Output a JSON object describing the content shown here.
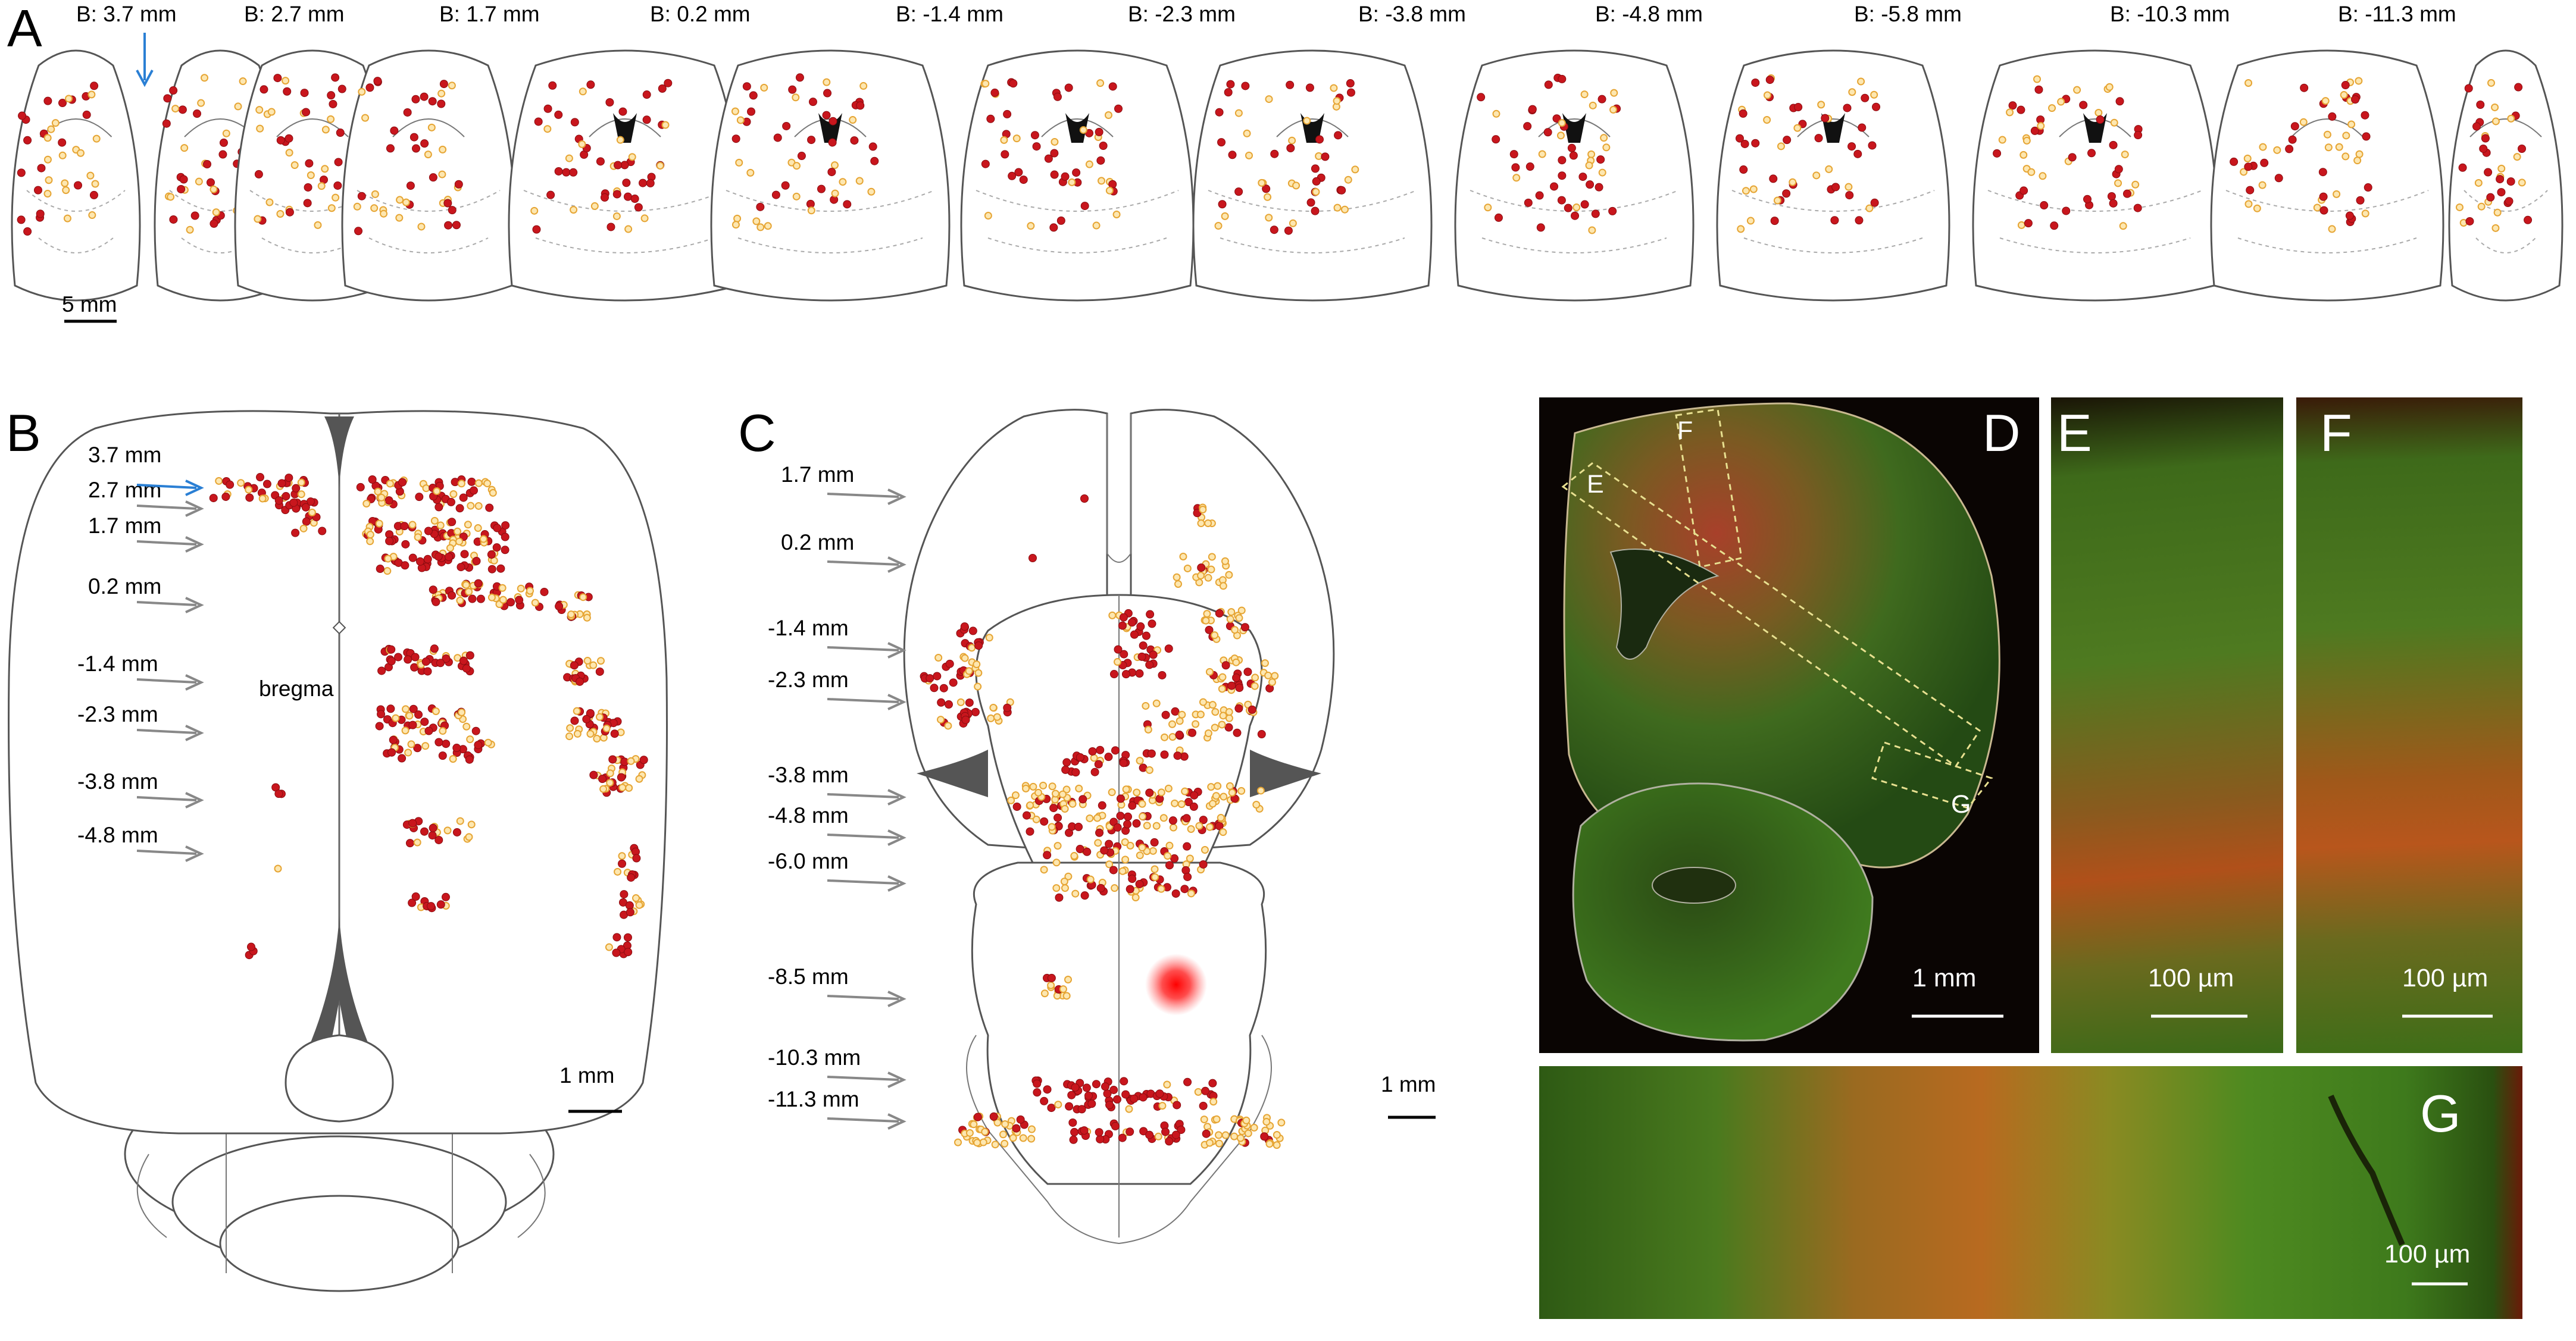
{
  "panels": {
    "A": "A",
    "B": "B",
    "C": "C",
    "D": "D",
    "E": "E",
    "F": "F",
    "G": "G"
  },
  "panelA": {
    "sections": [
      "B:  3.7 mm",
      "B:  2.7 mm",
      "B: 1.7 mm",
      "B: 0.2 mm",
      "B: -1.4 mm",
      "B: -2.3 mm",
      "B: -3.8 mm",
      "B: -4.8 mm",
      "B: -5.8 mm",
      "B: -10.3 mm",
      "B: -11.3 mm"
    ],
    "scale": "5 mm"
  },
  "panelB": {
    "levels": [
      "3.7 mm",
      "2.7 mm",
      "1.7 mm",
      "0.2 mm",
      "-1.4 mm",
      "-2.3 mm",
      "-3.8 mm",
      "-4.8 mm"
    ],
    "bregma": "bregma",
    "scale": "1 mm"
  },
  "panelC": {
    "levels": [
      "1.7 mm",
      "0.2 mm",
      "-1.4 mm",
      "-2.3 mm",
      "-3.8 mm",
      "-4.8 mm",
      "-6.0 mm",
      "-8.5 mm",
      "-10.3 mm",
      "-11.3 mm"
    ],
    "scale": "1 mm"
  },
  "panelD": {
    "scale": "1 mm",
    "roi": [
      "E",
      "F",
      "G"
    ]
  },
  "panelE": {
    "scale": "100 µm"
  },
  "panelF": {
    "scale": "100 µm"
  },
  "panelG": {
    "scale": "100 µm"
  },
  "colors": {
    "red": "#c8161d",
    "yellow": "#f6c96a",
    "blue_arrow": "#2a7fd4"
  }
}
